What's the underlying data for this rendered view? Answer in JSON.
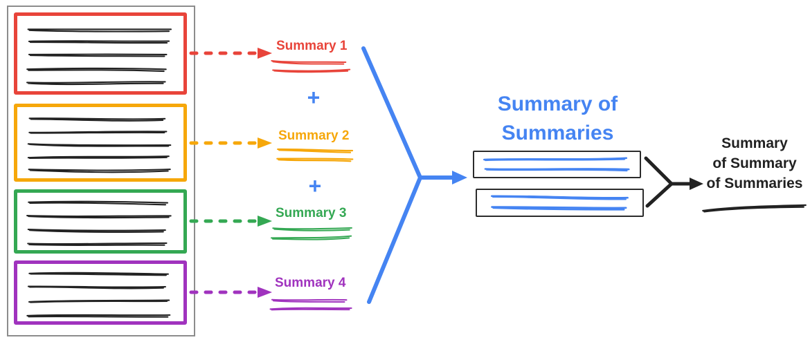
{
  "colors": {
    "red": "#e8443a",
    "orange": "#f6a70a",
    "green": "#34a853",
    "purple": "#a033be",
    "blue": "#4584f2",
    "ink": "#222222",
    "frame_gray": "#8c8c8c"
  },
  "source_stack": {
    "documents": [
      {
        "name": "document-1",
        "color_key": "red",
        "text_lines": 5
      },
      {
        "name": "document-2",
        "color_key": "orange",
        "text_lines": 5
      },
      {
        "name": "document-3",
        "color_key": "green",
        "text_lines": 4
      },
      {
        "name": "document-4",
        "color_key": "purple",
        "text_lines": 4
      }
    ]
  },
  "summaries": [
    {
      "label": "Summary 1",
      "color_key": "red",
      "scribble_lines": 2
    },
    {
      "label": "Summary 2",
      "color_key": "orange",
      "scribble_lines": 2
    },
    {
      "label": "Summary 3",
      "color_key": "green",
      "scribble_lines": 2
    },
    {
      "label": "Summary 4",
      "color_key": "purple",
      "scribble_lines": 2
    }
  ],
  "plus_sign": "+",
  "summary_of_summaries": {
    "title_line1": "Summary of",
    "title_line2": "Summaries",
    "box_count": 2,
    "box_scribble_lines": 2
  },
  "final_summary": {
    "line1": "Summary",
    "line2": "of Summary",
    "line3": "of Summaries",
    "scribble_lines": 1
  }
}
